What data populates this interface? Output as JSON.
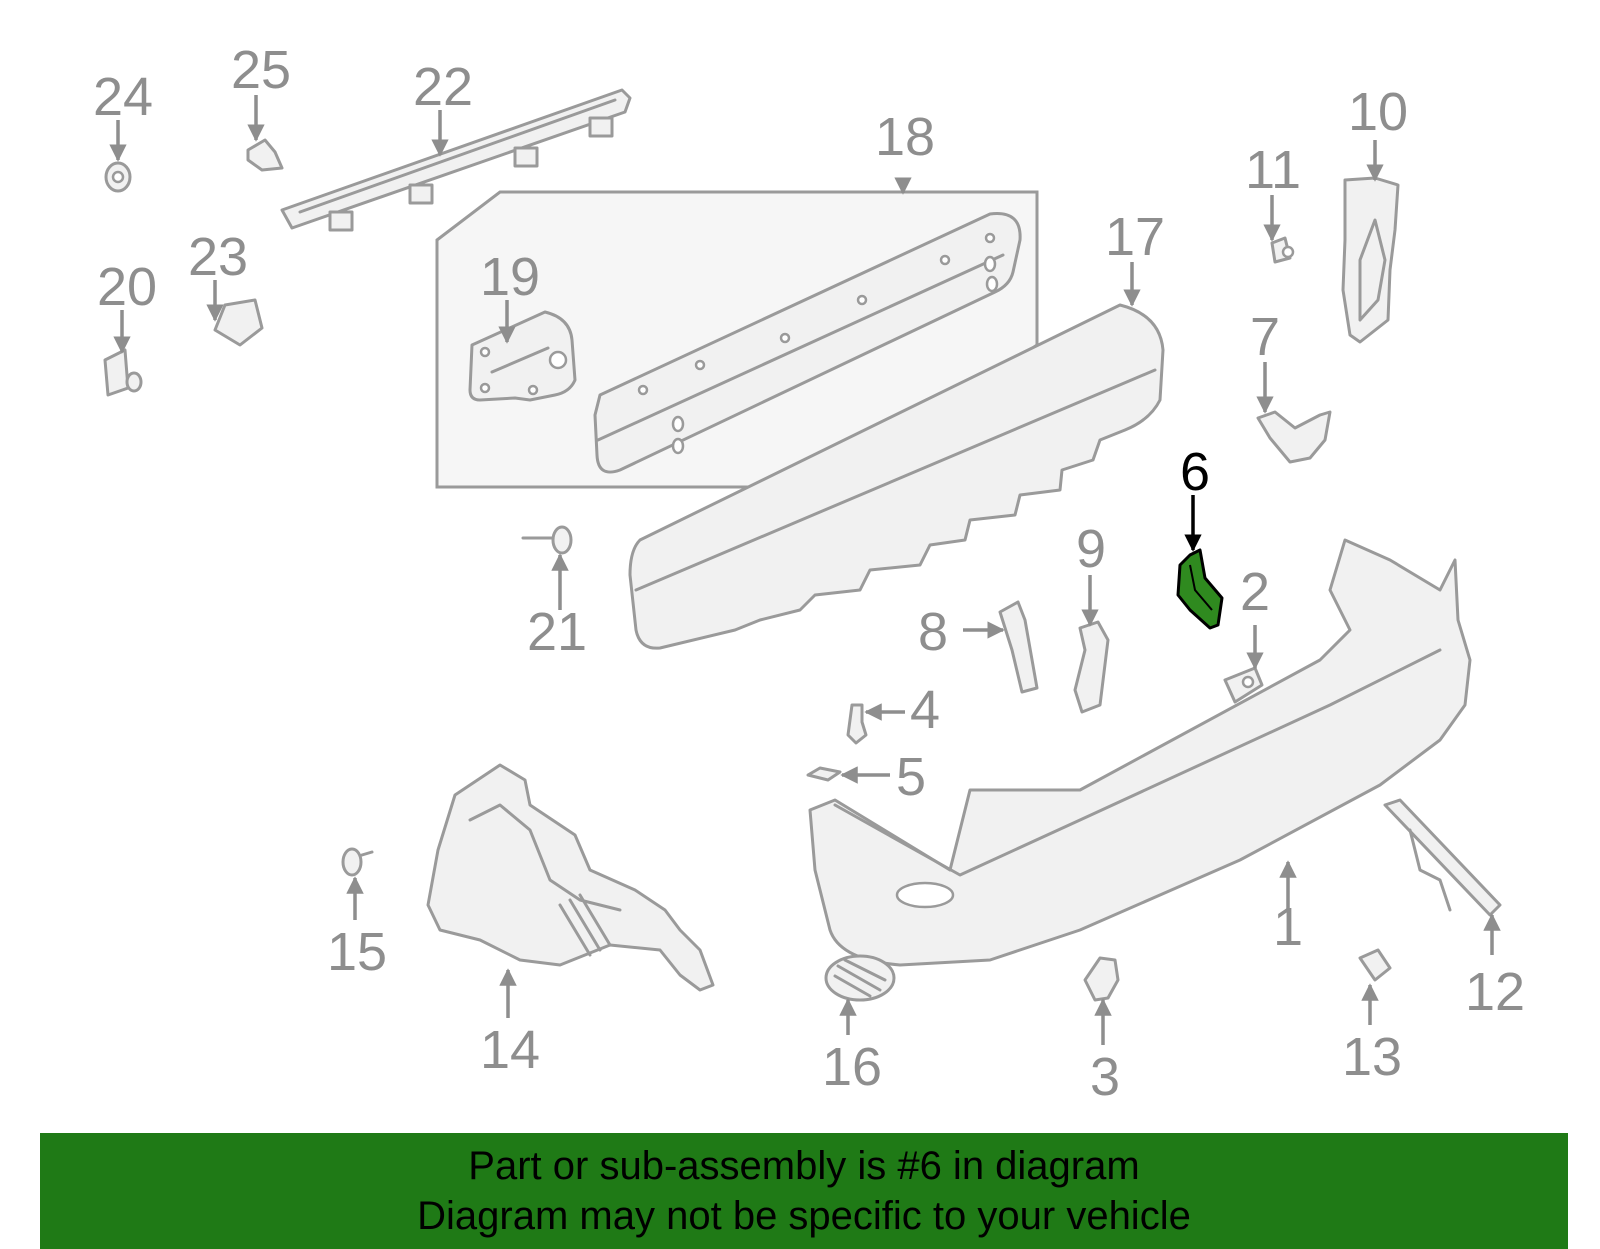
{
  "diagram": {
    "highlighted_part": "6",
    "colors": {
      "highlight": "#2f8a1f",
      "banner": "#1f7a16",
      "label": "#8e8e8e",
      "label_highlight": "#000000"
    },
    "callouts": [
      "1",
      "2",
      "3",
      "4",
      "5",
      "6",
      "7",
      "8",
      "9",
      "10",
      "11",
      "12",
      "13",
      "14",
      "15",
      "16",
      "17",
      "18",
      "19",
      "20",
      "21",
      "22",
      "23",
      "24",
      "25"
    ]
  },
  "banner": {
    "line1": "Part or sub-assembly is #6 in diagram",
    "line2": "Diagram may not be specific to your vehicle"
  }
}
